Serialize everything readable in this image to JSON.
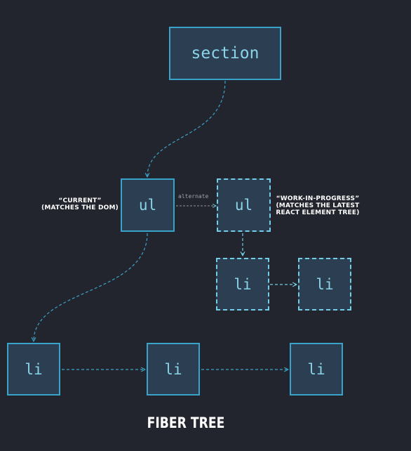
{
  "nodes": {
    "section": "section",
    "current_ul": "ul",
    "wip_ul": "ul",
    "wip_li_1": "li",
    "wip_li_2": "li",
    "li_1": "li",
    "li_2": "li",
    "li_3": "li"
  },
  "labels": {
    "current_line1": "“CURRENT”",
    "current_line2": "(MATCHES THE DOM)",
    "wip_line1": "“WORK-IN-PROGRESS”",
    "wip_line2": "(MATCHES THE LATEST",
    "wip_line3": "REACT ELEMENT TREE)",
    "alternate": "alternate"
  },
  "title": "FIBER TREE",
  "colors": {
    "background": "#22252d",
    "node_fill": "#2c3e51",
    "node_border": "#3aa3c9",
    "node_text": "#8ad4ea",
    "edge": "#3aa3c9"
  }
}
